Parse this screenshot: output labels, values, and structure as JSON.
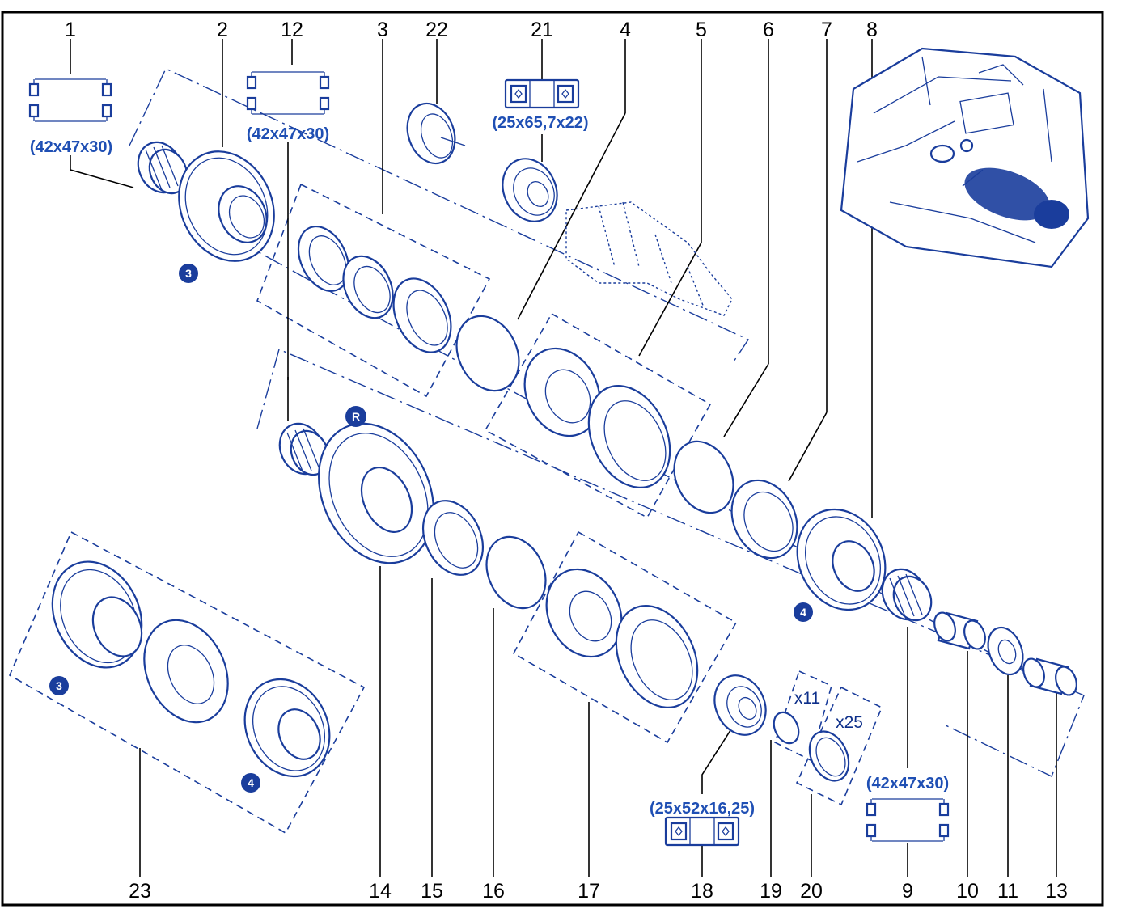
{
  "callouts_top": [
    "1",
    "2",
    "12",
    "3",
    "22",
    "21",
    "4",
    "5",
    "6",
    "7",
    "8"
  ],
  "callouts_bottom": [
    "23",
    "14",
    "15",
    "16",
    "17",
    "18",
    "19",
    "20",
    "9",
    "10",
    "11",
    "13"
  ],
  "dimensions": {
    "bearing_1": "(42x47x30)",
    "bearing_12": "(42x47x30)",
    "bearing_21": "(25x65,7x22)",
    "bearing_18": "(25x52x16,25)",
    "bearing_9": "(42x47x30)"
  },
  "quantities": {
    "part_19": "x11",
    "part_20": "x25"
  },
  "gear_badges": {
    "gear_2": "3",
    "reverse_gear": "R",
    "gear_8": "4",
    "kit_gear_3": "3",
    "kit_gear_4": "4"
  },
  "colors": {
    "line": "#1a3d9c",
    "label": "#1f4fb4",
    "text": "#000000",
    "frame": "#000000"
  }
}
